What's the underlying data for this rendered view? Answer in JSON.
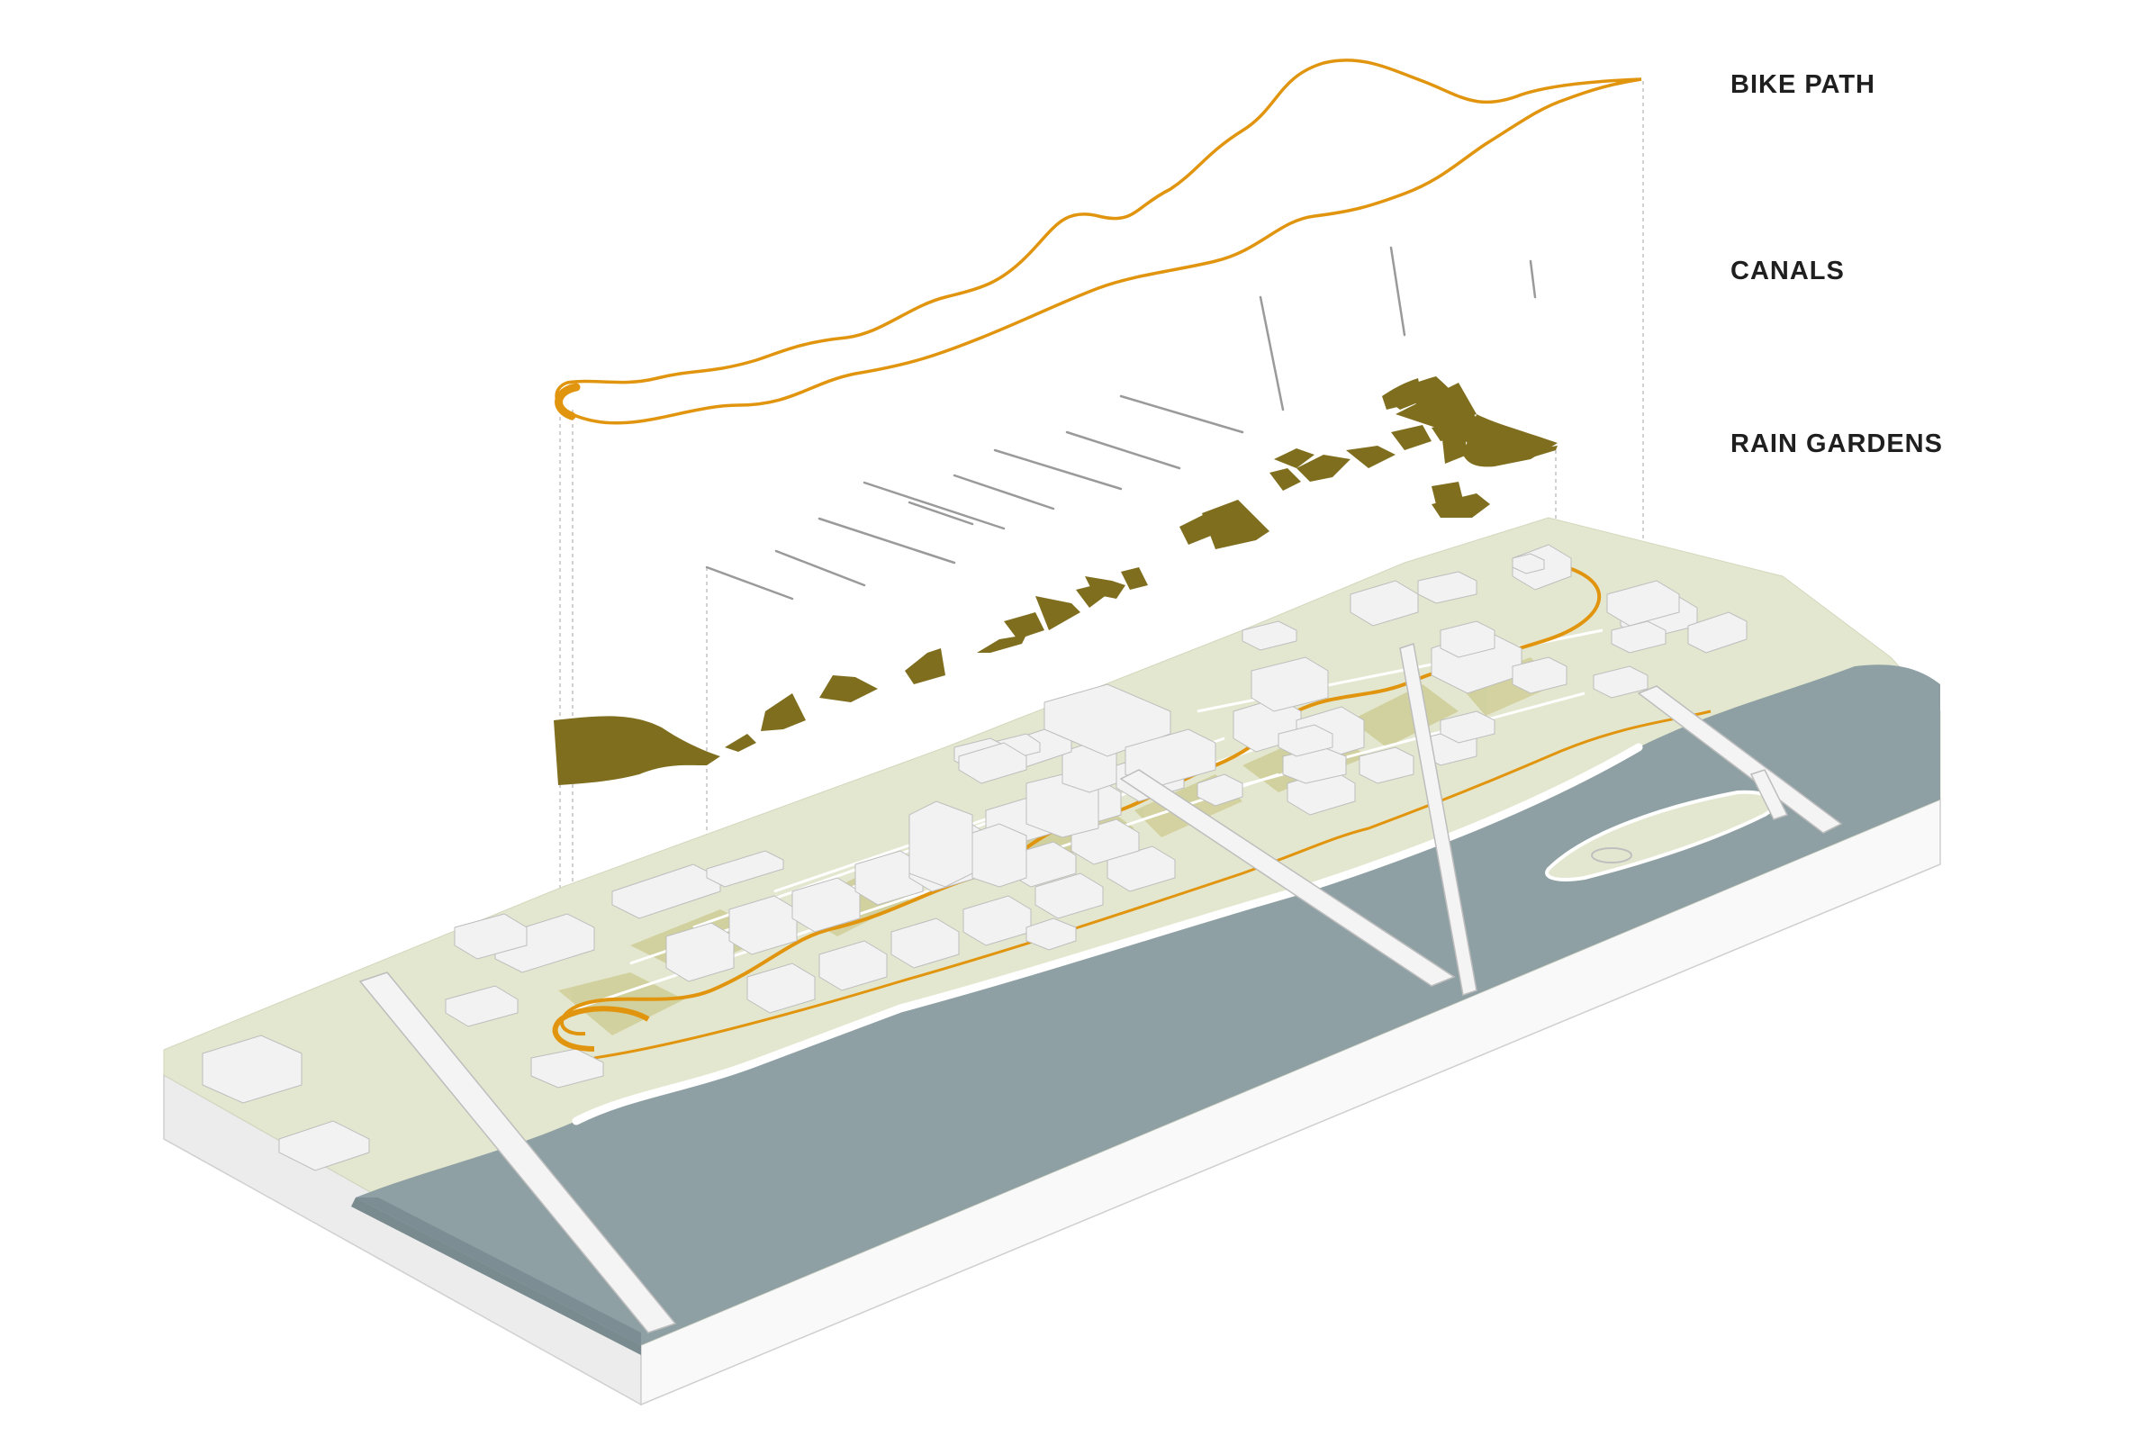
{
  "layers": [
    {
      "label": "BIKE PATH",
      "color": "#E1950F"
    },
    {
      "label": "CANALS",
      "color": "#9A9A9A"
    },
    {
      "label": "RAIN GARDENS",
      "color": "#7F6E1E"
    }
  ],
  "colors": {
    "land": "#E4E7CF",
    "land_dark": "#D5DAB5",
    "water": "#8FA0A4",
    "water_dark": "#7C8E93",
    "block_side": "#EEEEEE",
    "block_front": "#FAFAFA",
    "buildings": "#F2F2F2",
    "guides": "#B5B5B5"
  }
}
